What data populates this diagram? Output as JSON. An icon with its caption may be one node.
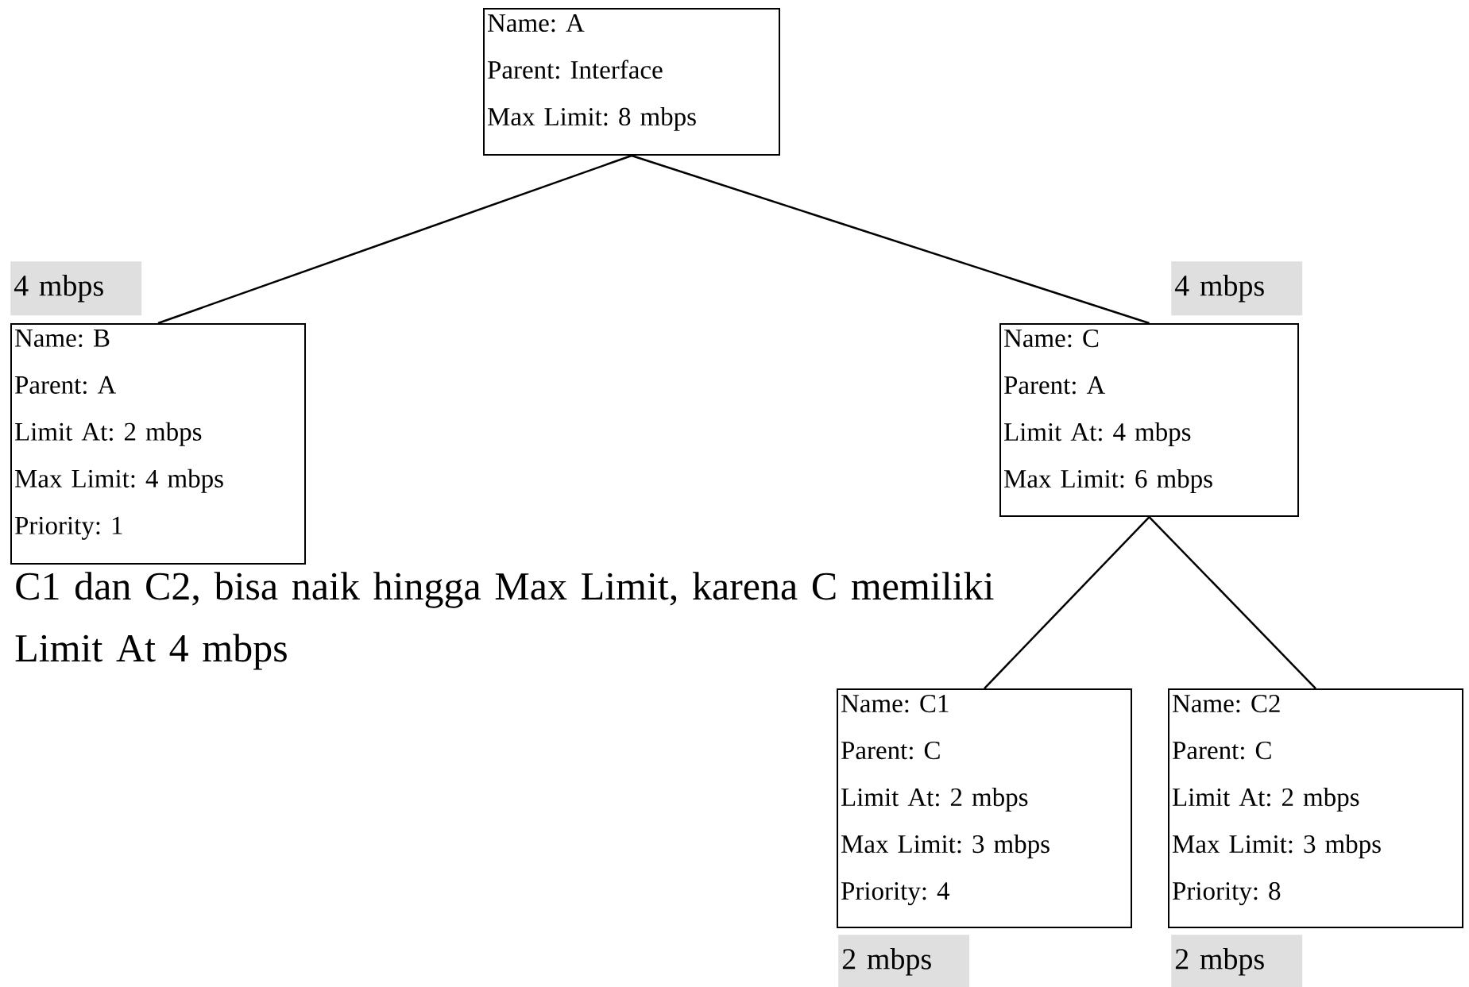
{
  "diagram": {
    "nodes": [
      {
        "text": [
          "Name: A",
          "Parent: Interface",
          "Max Limit: 8 mbps"
        ]
      },
      {
        "text": [
          "Name: B",
          "Parent: A",
          "Limit At: 2 mbps",
          "Max Limit: 4 mbps",
          "Priority: 1"
        ],
        "beside": [
          "4 mbps"
        ]
      },
      {
        "text": [
          "Name: C",
          "Parent: A",
          "Limit At: 4 mbps",
          "Max Limit: 6 mbps"
        ],
        "beside": [
          "4 mbps"
        ]
      },
      {
        "text": [
          "Name: C1",
          "Parent: C",
          "Limit At: 2 mbps",
          "Max Limit: 3 mbps",
          "Priority: 4"
        ],
        "beside": [
          "2 mbps"
        ]
      },
      {
        "text": [
          "Name: C2",
          "Parent: C",
          "Limit At: 2 mbps",
          "Max Limit: 3 mbps",
          "Priority: 8"
        ],
        "beside": [
          "2 mbps"
        ]
      }
    ],
    "edges": [
      {
        "from": 0,
        "to": 1,
        "arrow": "none"
      },
      {
        "from": 0,
        "to": 2,
        "arrow": "none"
      },
      {
        "from": 2,
        "to": 3,
        "arrow": "none"
      },
      {
        "from": 2,
        "to": 4,
        "arrow": "none"
      }
    ],
    "labels": [
      "C1 dan C2, bisa naik hingga Max Limit, karena C memiliki Limit At 4 mbps"
    ]
  }
}
